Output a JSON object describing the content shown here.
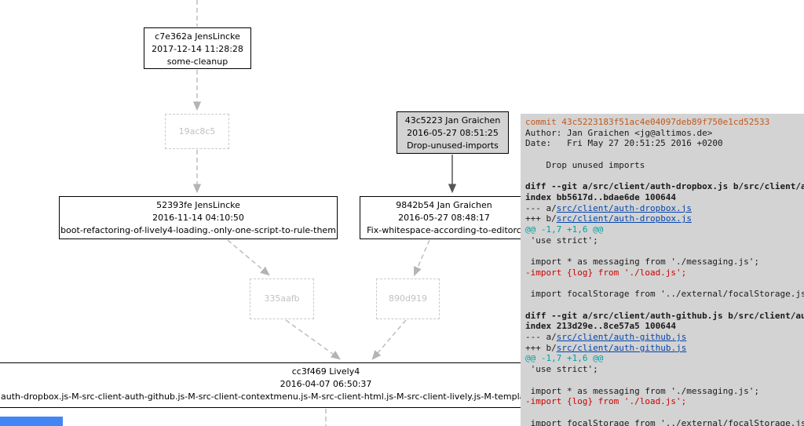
{
  "graph": {
    "nodes": [
      {
        "id": "c7e362a",
        "line1": "c7e362a JensLincke",
        "line2": "2017-12-14 11:28:28",
        "line3": "some-cleanup"
      },
      {
        "id": "19ac8c5",
        "label": "19ac8c5"
      },
      {
        "id": "43c5223",
        "line1": "43c5223 Jan Graichen",
        "line2": "2016-05-27 08:51:25",
        "line3": "Drop-unused-imports"
      },
      {
        "id": "52393fe",
        "line1": "52393fe JensLincke",
        "line2": "2016-11-14 04:10:50",
        "line3": "boot-refactoring-of-lively4-loading.-only-one-script-to-rule-them"
      },
      {
        "id": "9842b54",
        "line1": "9842b54 Jan Graichen",
        "line2": "2016-05-27 08:48:17",
        "line3": "Fix-whitespace-according-to-editorc"
      },
      {
        "id": "335aafb",
        "label": "335aafb"
      },
      {
        "id": "890d919",
        "label": "890d919"
      },
      {
        "id": "cc3f469",
        "line1": "cc3f469 Lively4",
        "line2": "2016-04-07 06:50:37",
        "line3": "auth-dropbox.js-M-src-client-auth-github.js-M-src-client-contextmenu.js-M-src-client-html.js-M-src-client-lively.js-M-templates-"
      }
    ]
  },
  "diff_panel": {
    "colors": {
      "panel_bg": "#d3d3d3",
      "commit": "#c25a1b",
      "hunk": "#00a0a0",
      "removed": "#cc0000",
      "link": "#0645ad",
      "bar": "#4285f4"
    },
    "lines": [
      {
        "type": "commit",
        "text": "commit 43c5223183f51ac4e04097deb89f750e1cd52533"
      },
      {
        "type": "plain",
        "text": "Author: Jan Graichen <jg@altimos.de>"
      },
      {
        "type": "plain",
        "text": "Date:   Fri May 27 20:51:25 2016 +0200"
      },
      {
        "type": "blank",
        "text": ""
      },
      {
        "type": "plain",
        "text": "    Drop unused imports"
      },
      {
        "type": "blank",
        "text": ""
      },
      {
        "type": "bold",
        "text": "diff --git a/src/client/auth-dropbox.js b/src/client/auth-dropbox.js"
      },
      {
        "type": "bold",
        "text": "index bb5617d..bdae6de 100644"
      },
      {
        "type": "link",
        "pre": "--- a/",
        "link": "src/client/auth-dropbox.js"
      },
      {
        "type": "link",
        "pre": "+++ b/",
        "link": "src/client/auth-dropbox.js"
      },
      {
        "type": "hunk",
        "text": "@@ -1,7 +1,6 @@"
      },
      {
        "type": "plain",
        "text": " 'use strict';"
      },
      {
        "type": "blank",
        "text": ""
      },
      {
        "type": "plain",
        "text": " import * as messaging from './messaging.js';"
      },
      {
        "type": "removed",
        "text": "-import {log} from './load.js';"
      },
      {
        "type": "blank",
        "text": ""
      },
      {
        "type": "plain",
        "text": " import focalStorage from '../external/focalStorage.js';"
      },
      {
        "type": "blank",
        "text": ""
      },
      {
        "type": "bold",
        "text": "diff --git a/src/client/auth-github.js b/src/client/auth-github.js"
      },
      {
        "type": "bold",
        "text": "index 213d29e..8ce57a5 100644"
      },
      {
        "type": "link",
        "pre": "--- a/",
        "link": "src/client/auth-github.js"
      },
      {
        "type": "link",
        "pre": "+++ b/",
        "link": "src/client/auth-github.js"
      },
      {
        "type": "hunk",
        "text": "@@ -1,7 +1,6 @@"
      },
      {
        "type": "plain",
        "text": " 'use strict';"
      },
      {
        "type": "blank",
        "text": ""
      },
      {
        "type": "plain",
        "text": " import * as messaging from './messaging.js';"
      },
      {
        "type": "removed",
        "text": "-import {log} from './load.js';"
      },
      {
        "type": "blank",
        "text": ""
      },
      {
        "type": "plain",
        "text": " import focalStorage from '../external/focalStorage.js';"
      }
    ]
  }
}
